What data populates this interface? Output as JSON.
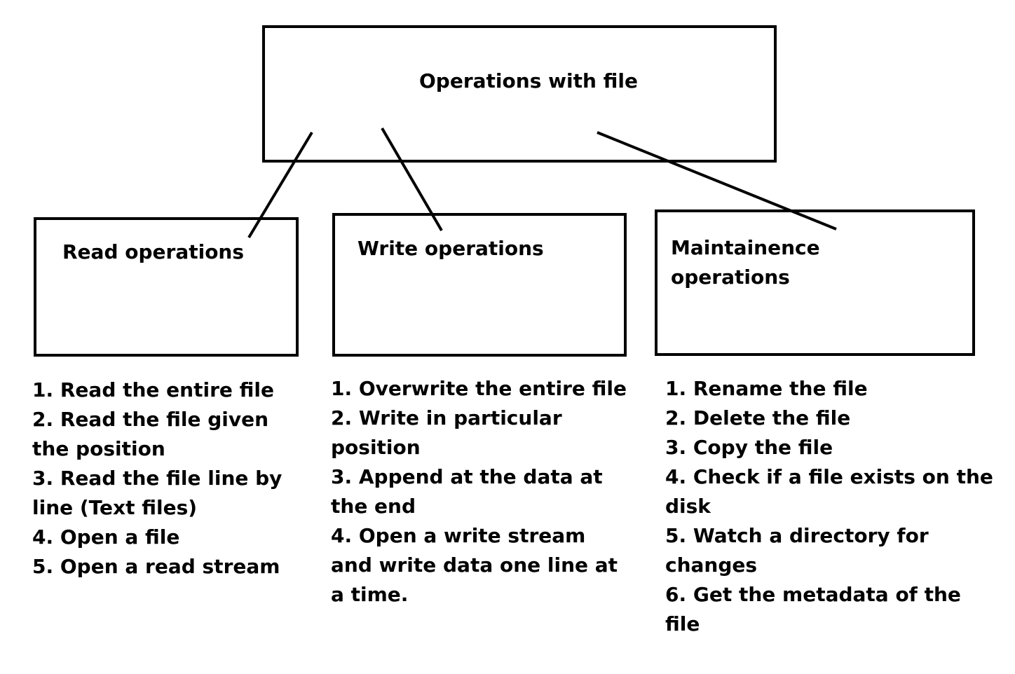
{
  "root": {
    "label": "Operations with file"
  },
  "categories": [
    {
      "label": "Read operations",
      "items": [
        "1. Read the entire file",
        "2. Read the file given the position",
        "3. Read the file line by line (Text files)",
        "4. Open a file",
        "5. Open a read stream"
      ]
    },
    {
      "label": "Write operations",
      "items": [
        "1. Overwrite the entire file",
        "2. Write in particular position",
        "3. Append at the data at the end",
        "4. Open a write stream and write data one line at a time."
      ]
    },
    {
      "label": "Maintainence operations",
      "items": [
        "1. Rename the file",
        "2. Delete the file",
        "3. Copy the file",
        "4. Check if a file exists on the disk",
        "5. Watch a directory for changes",
        "6. Get the metadata of the file"
      ]
    }
  ]
}
